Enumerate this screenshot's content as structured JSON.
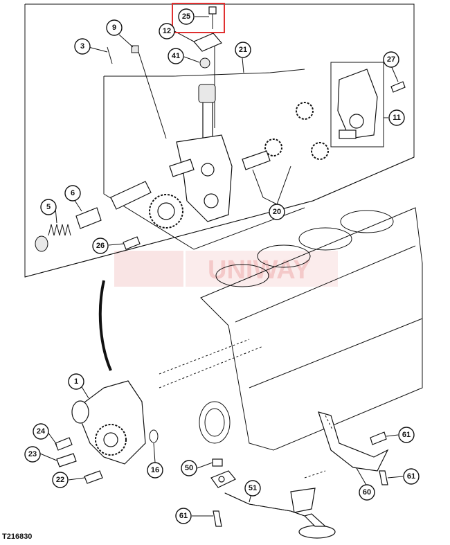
{
  "figure_code": "T216830",
  "watermark": "UNIWAY",
  "highlight_color": "#e03030",
  "watermark_color": "#f4c9c9",
  "highlighted_callout": "25",
  "callouts": [
    {
      "id": "c25",
      "label": "25"
    },
    {
      "id": "c12",
      "label": "12"
    },
    {
      "id": "c9",
      "label": "9"
    },
    {
      "id": "c3",
      "label": "3"
    },
    {
      "id": "c41",
      "label": "41"
    },
    {
      "id": "c21",
      "label": "21"
    },
    {
      "id": "c27",
      "label": "27"
    },
    {
      "id": "c11",
      "label": "11"
    },
    {
      "id": "c5",
      "label": "5"
    },
    {
      "id": "c6",
      "label": "6"
    },
    {
      "id": "c20",
      "label": "20"
    },
    {
      "id": "c26",
      "label": "26"
    },
    {
      "id": "c1",
      "label": "1"
    },
    {
      "id": "c24",
      "label": "24"
    },
    {
      "id": "c23",
      "label": "23"
    },
    {
      "id": "c22",
      "label": "22"
    },
    {
      "id": "c16",
      "label": "16"
    },
    {
      "id": "c50",
      "label": "50"
    },
    {
      "id": "c51",
      "label": "51"
    },
    {
      "id": "c60",
      "label": "60"
    },
    {
      "id": "c61a",
      "label": "61"
    },
    {
      "id": "c61b",
      "label": "61"
    },
    {
      "id": "c61c",
      "label": "61"
    }
  ]
}
